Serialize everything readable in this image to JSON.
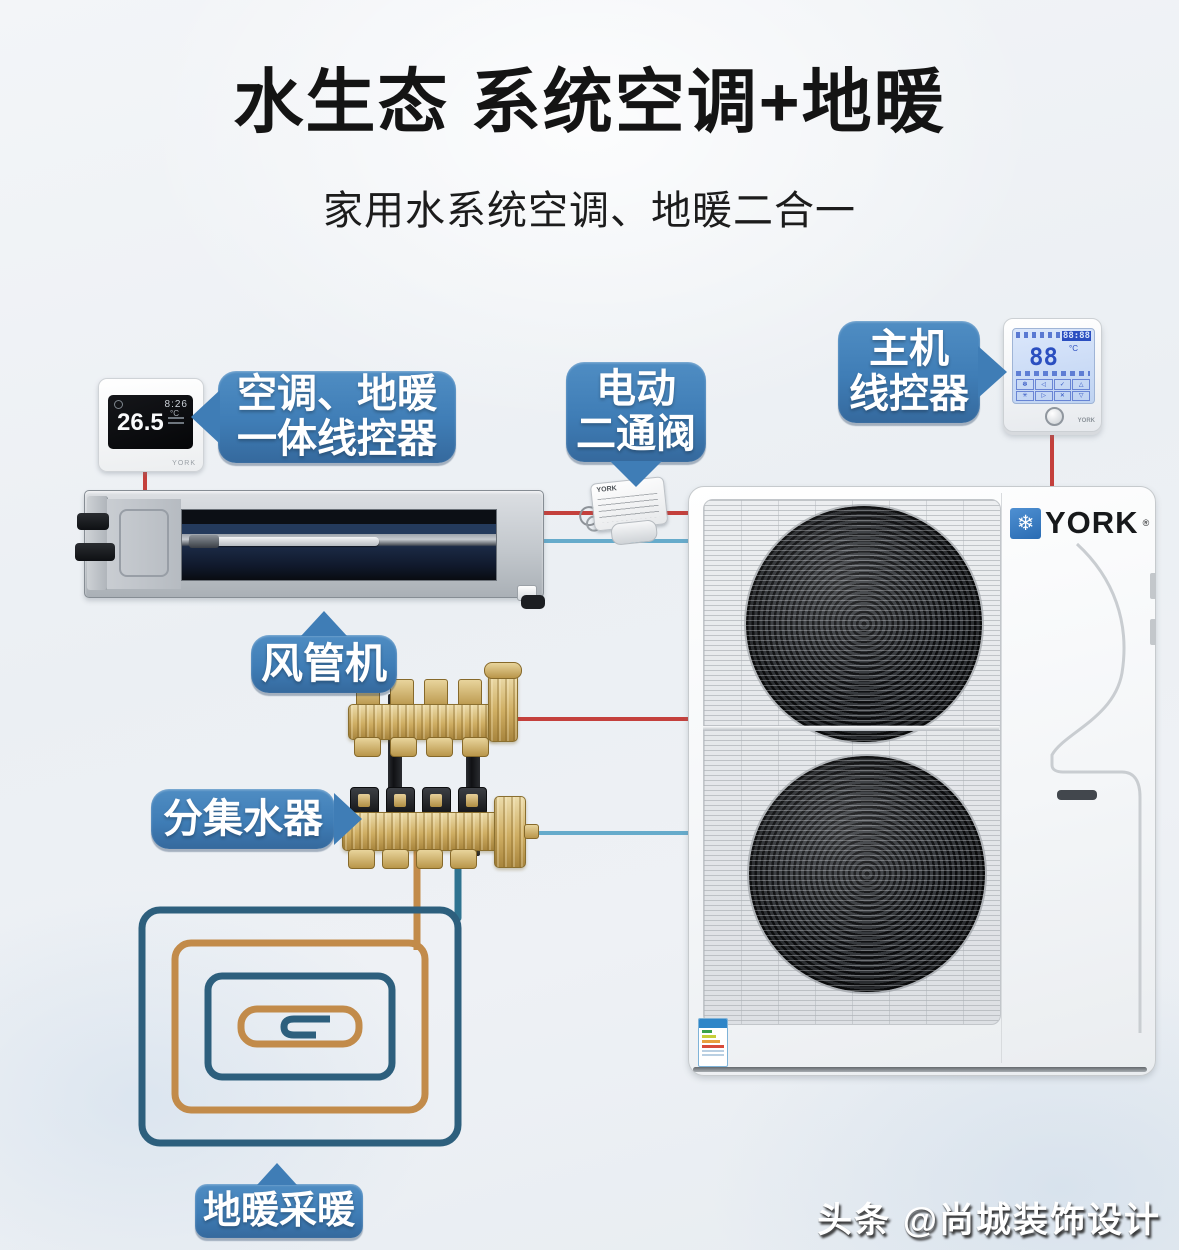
{
  "title": "水生态 系统空调+地暖",
  "subtitle": "家用水系统空调、地暖二合一",
  "labels": {
    "ac_floor": {
      "line1": "空调、地暖",
      "line2": "一体线控器"
    },
    "valve": {
      "line1": "电动",
      "line2": "二通阀"
    },
    "main": {
      "line1": "主机",
      "line2": "线控器"
    },
    "duct": "风管机",
    "manifold": "分集水器",
    "floor": "地暖采暖"
  },
  "devices": {
    "left_thermostat": {
      "temp": "26.5",
      "unit": "°C",
      "time": "8:26",
      "brand": "YORK"
    },
    "right_thermostat": {
      "temp": "88",
      "unit": "°C",
      "time": "88:88",
      "brand": "YORK",
      "keys": [
        "❆",
        "◁",
        "✓",
        "△",
        "✳",
        "▷",
        "✕",
        "▽"
      ]
    },
    "valve_actuator": {
      "brand": "YORK"
    },
    "outdoor_unit": {
      "brand": "YORK",
      "reg": "®",
      "logo_glyph": "❄"
    }
  },
  "watermark": "头条 @尚城装饰设计",
  "colors": {
    "label_blue": "#3f7db6",
    "line_red": "#c4403c",
    "line_blue": "#66abcb",
    "pipe_teal": "#2f7390",
    "coil_blue": "#2d5f7d",
    "coil_orange": "#c28b4a",
    "york_blue": "#2a6cb3"
  }
}
